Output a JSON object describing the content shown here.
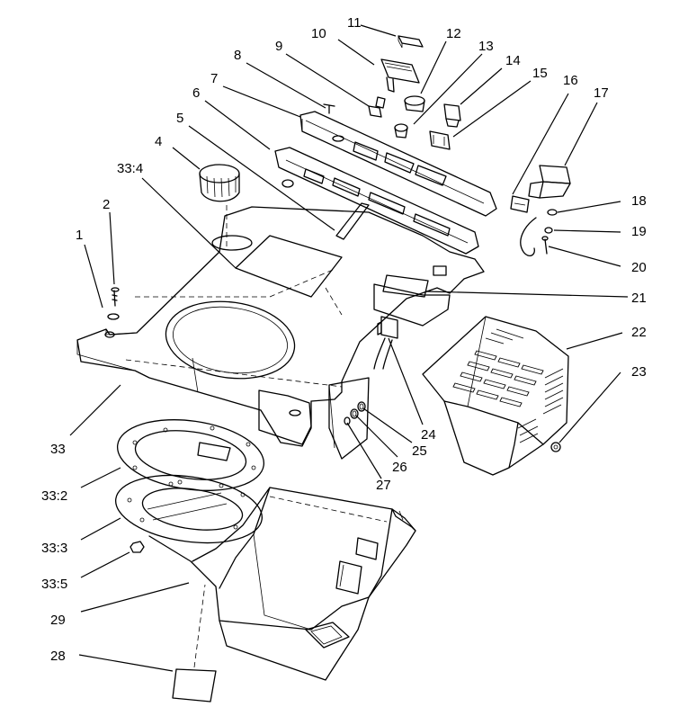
{
  "labels": {
    "l1": "1",
    "l2": "2",
    "l4": "4",
    "l5": "5",
    "l6": "6",
    "l7": "7",
    "l8": "8",
    "l9": "9",
    "l10": "10",
    "l11": "11",
    "l12": "12",
    "l13": "13",
    "l14": "14",
    "l15": "15",
    "l16": "16",
    "l17": "17",
    "l18": "18",
    "l19": "19",
    "l20": "20",
    "l21": "21",
    "l22": "22",
    "l23": "23",
    "l24": "24",
    "l25": "25",
    "l26": "26",
    "l27": "27",
    "l28": "28",
    "l29": "29",
    "l33": "33",
    "l33_2": "33:2",
    "l33_3": "33:3",
    "l33_4": "33:4",
    "l33_5": "33:5"
  }
}
